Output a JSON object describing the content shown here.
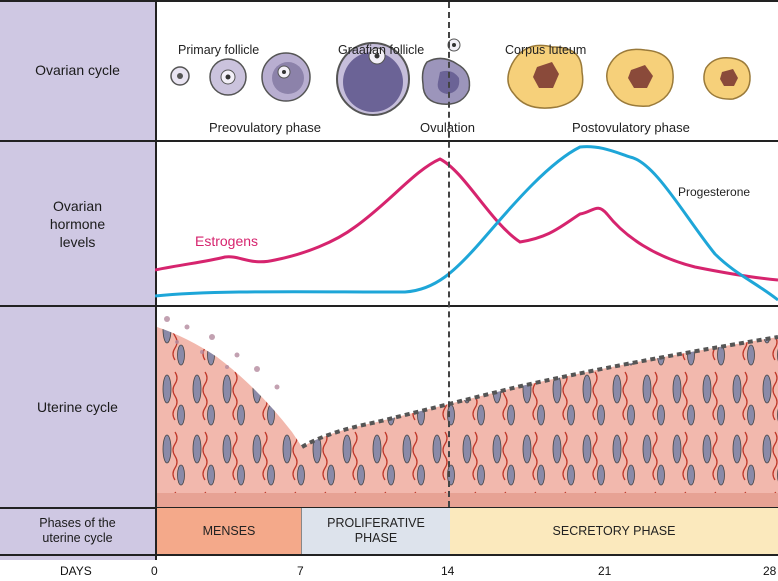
{
  "rows": {
    "ovarian_cycle": "Ovarian cycle",
    "hormone_levels": "Ovarian\nhormone\nlevels",
    "uterine_cycle": "Uterine cycle",
    "phases": "Phases of the\nuterine cycle",
    "days": "DAYS"
  },
  "ovary_labels": {
    "primary_follicle": "Primary follicle",
    "graafian_follicle": "Graafian follicle",
    "corpus_luteum": "Corpus luteum",
    "preovulatory": "Preovulatory phase",
    "ovulation": "Ovulation",
    "postovulatory": "Postovulatory phase"
  },
  "hormones": {
    "estrogens": "Estrogens",
    "progesterone": "Progesterone",
    "estrogen_color": "#d6246e",
    "progesterone_color": "#1ea6d8"
  },
  "phases": {
    "menses": "MENSES",
    "proliferative": "PROLIFERATIVE\nPHASE",
    "secretory": "SECRETORY PHASE",
    "menses_color": "#f4a98a",
    "proliferative_color": "#dde3ec",
    "secretory_color": "#fbe9bd"
  },
  "days": [
    "0",
    "7",
    "14",
    "21",
    "28"
  ]
}
